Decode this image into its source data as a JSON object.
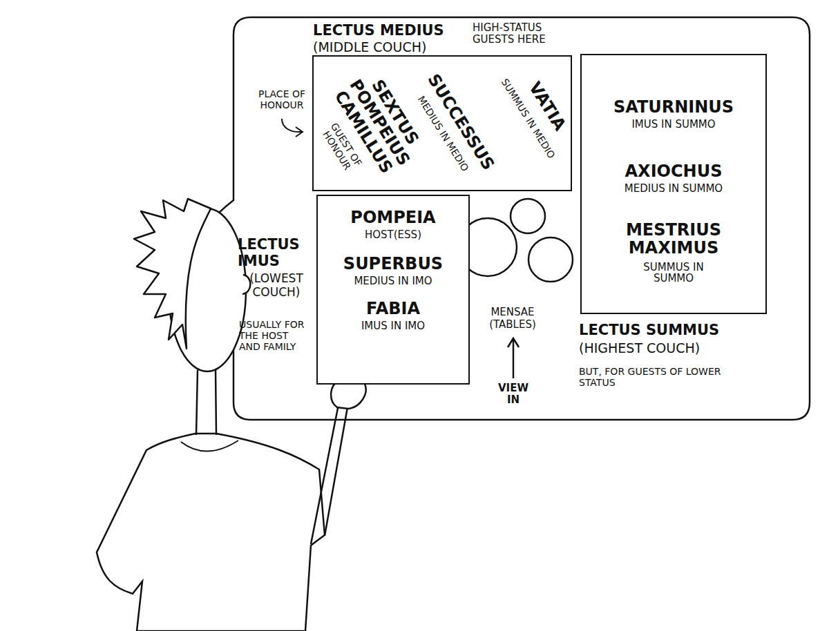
{
  "diagram": {
    "nodes": [
      {
        "text": [
          "SEXTUS POMPEIUS CAMILLUS",
          "GUEST OF HONOUR",
          "SUCCESSUS",
          "MEDIUS IN MEDIO",
          "VATIA",
          "SUMMUS IN MEDIO"
        ]
      },
      {
        "text": [
          "POMPEIA",
          "HOST(ESS)",
          "SUPERBUS",
          "MEDIUS IN IMO",
          "FABIA",
          "IMUS IN IMO"
        ]
      },
      {
        "text": [
          "SATURNINUS",
          "IMUS IN SUMMO",
          "AXIOCHUS",
          "MEDIUS IN SUMMO",
          "MESTRIUS MAXIMUS",
          "SUMMUS IN SUMMO"
        ]
      }
    ],
    "labels": [
      "LECTUS MEDIUS",
      "(MIDDLE COUCH)",
      "HIGH-STATUS GUESTS HERE",
      "PLACE OF HONOUR",
      "LECTUS IMUS",
      "(LOWEST COUCH)",
      "USUALLY FOR THE HOST AND FAMILY",
      "MENSAE",
      "(TABLES)",
      "VIEW IN",
      "LECTUS SUMMUS",
      "(HIGHEST COUCH)",
      "BUT, FOR GUESTS OF LOWER STATUS"
    ]
  }
}
